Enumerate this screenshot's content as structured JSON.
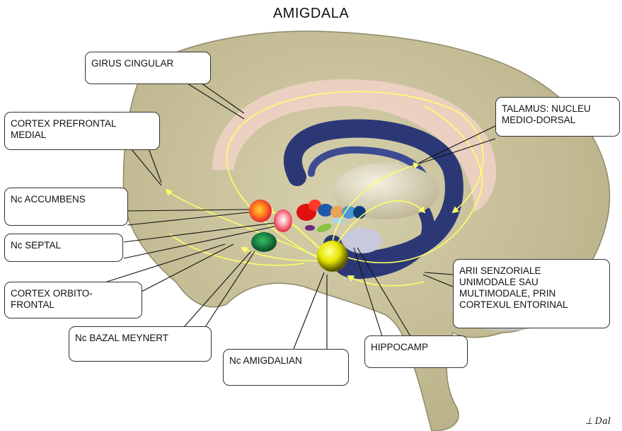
{
  "title": "AMIGDALA",
  "labels": {
    "girus_cingular": "GIRUS CINGULAR",
    "cortex_prefrontal": "CORTEX PREFRONTAL\nMEDIAL",
    "nc_accumbens": "Nc ACCUMBENS",
    "nc_septal": "Nc SEPTAL",
    "cortex_orbitofrontal": "CORTEX ORBITO-\nFRONTAL",
    "nc_bazal_meynert": "Nc BAZAL MEYNERT",
    "nc_amigdalian": "Nc AMIGDALIAN",
    "hippocamp": "HIPPOCAMP",
    "talamus": "TALAMUS: NUCLEU\nMEDIO-DORSAL",
    "arii_senzoriale": "ARII SENZORIALE\nUNIMODALE SAU\nMULTIMODALE, PRIN\nCORTEXUL ENTORINAL"
  },
  "colors": {
    "brain": "#c8c19a",
    "cingulate": "#f1d2c8",
    "ventricle": "#2c3876",
    "amygdala": "#e6e600",
    "arrow": "#ffff66"
  }
}
